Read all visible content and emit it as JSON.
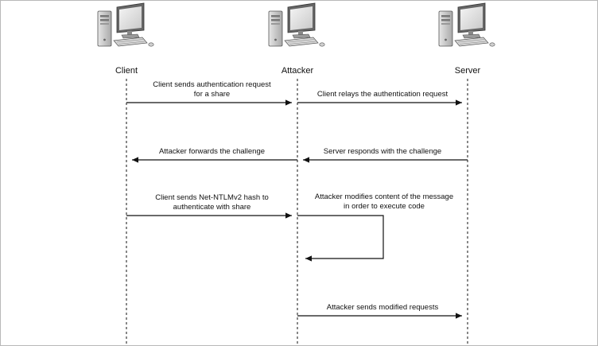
{
  "actors": [
    {
      "label": "Client",
      "icon": "computer-icon"
    },
    {
      "label": "Attacker",
      "icon": "computer-icon"
    },
    {
      "label": "Server",
      "icon": "computer-icon"
    }
  ],
  "messages": [
    {
      "lines": [
        "Client sends authentication request",
        "for a share"
      ],
      "from": "Client",
      "to": "Attacker"
    },
    {
      "lines": [
        "Client relays the authentication request"
      ],
      "from": "Attacker",
      "to": "Server"
    },
    {
      "lines": [
        "Attacker forwards the challenge"
      ],
      "from": "Attacker",
      "to": "Client"
    },
    {
      "lines": [
        "Server responds with the challenge"
      ],
      "from": "Server",
      "to": "Attacker"
    },
    {
      "lines": [
        "Client sends Net-NTLMv2 hash to",
        "authenticate with share"
      ],
      "from": "Client",
      "to": "Attacker"
    },
    {
      "lines": [
        "Attacker modifies content of the message",
        "in order to execute code"
      ],
      "from": "Attacker",
      "to": "Attacker"
    },
    {
      "lines": [
        "Attacker sends modified requests"
      ],
      "from": "Attacker",
      "to": "Server"
    }
  ]
}
